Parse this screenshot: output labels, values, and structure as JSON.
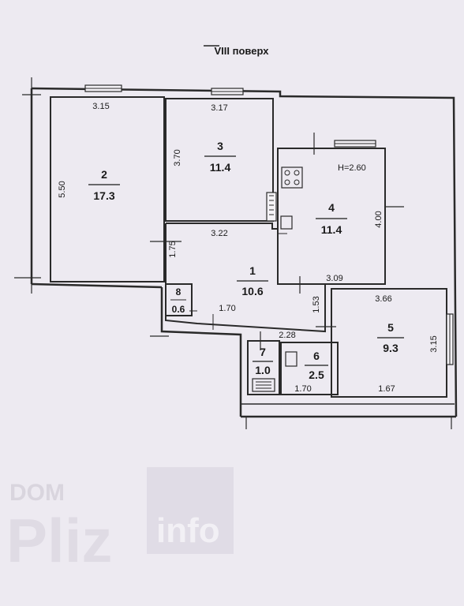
{
  "floor_title": "VIII поверх",
  "ceiling_height": "H=2.60",
  "rooms": [
    {
      "number": "1",
      "area": "10.6"
    },
    {
      "number": "2",
      "area": "17.3"
    },
    {
      "number": "3",
      "area": "11.4"
    },
    {
      "number": "4",
      "area": "11.4"
    },
    {
      "number": "5",
      "area": "9.3"
    },
    {
      "number": "6",
      "area": "2.5"
    },
    {
      "number": "7",
      "area": "1.0"
    },
    {
      "number": "8",
      "area": "0.6"
    }
  ],
  "dimensions": {
    "room2_width": "3.15",
    "room2_length": "5.50",
    "room3_width": "3.17",
    "room3_length": "3.70",
    "room4_length": "4.00",
    "hall_width": "3.22",
    "hall_length": "1.75",
    "room4_bottom": "3.09",
    "room5_top": "3.66",
    "room5_side": "3.15",
    "room5_bottom": "1.67",
    "corridor_width": "1.70",
    "bath_width": "2.28",
    "wc_bottom": "1.70",
    "passage": "1.53"
  },
  "watermark": {
    "dom": "DOM",
    "pliz": "Pliz",
    "info": "info"
  }
}
